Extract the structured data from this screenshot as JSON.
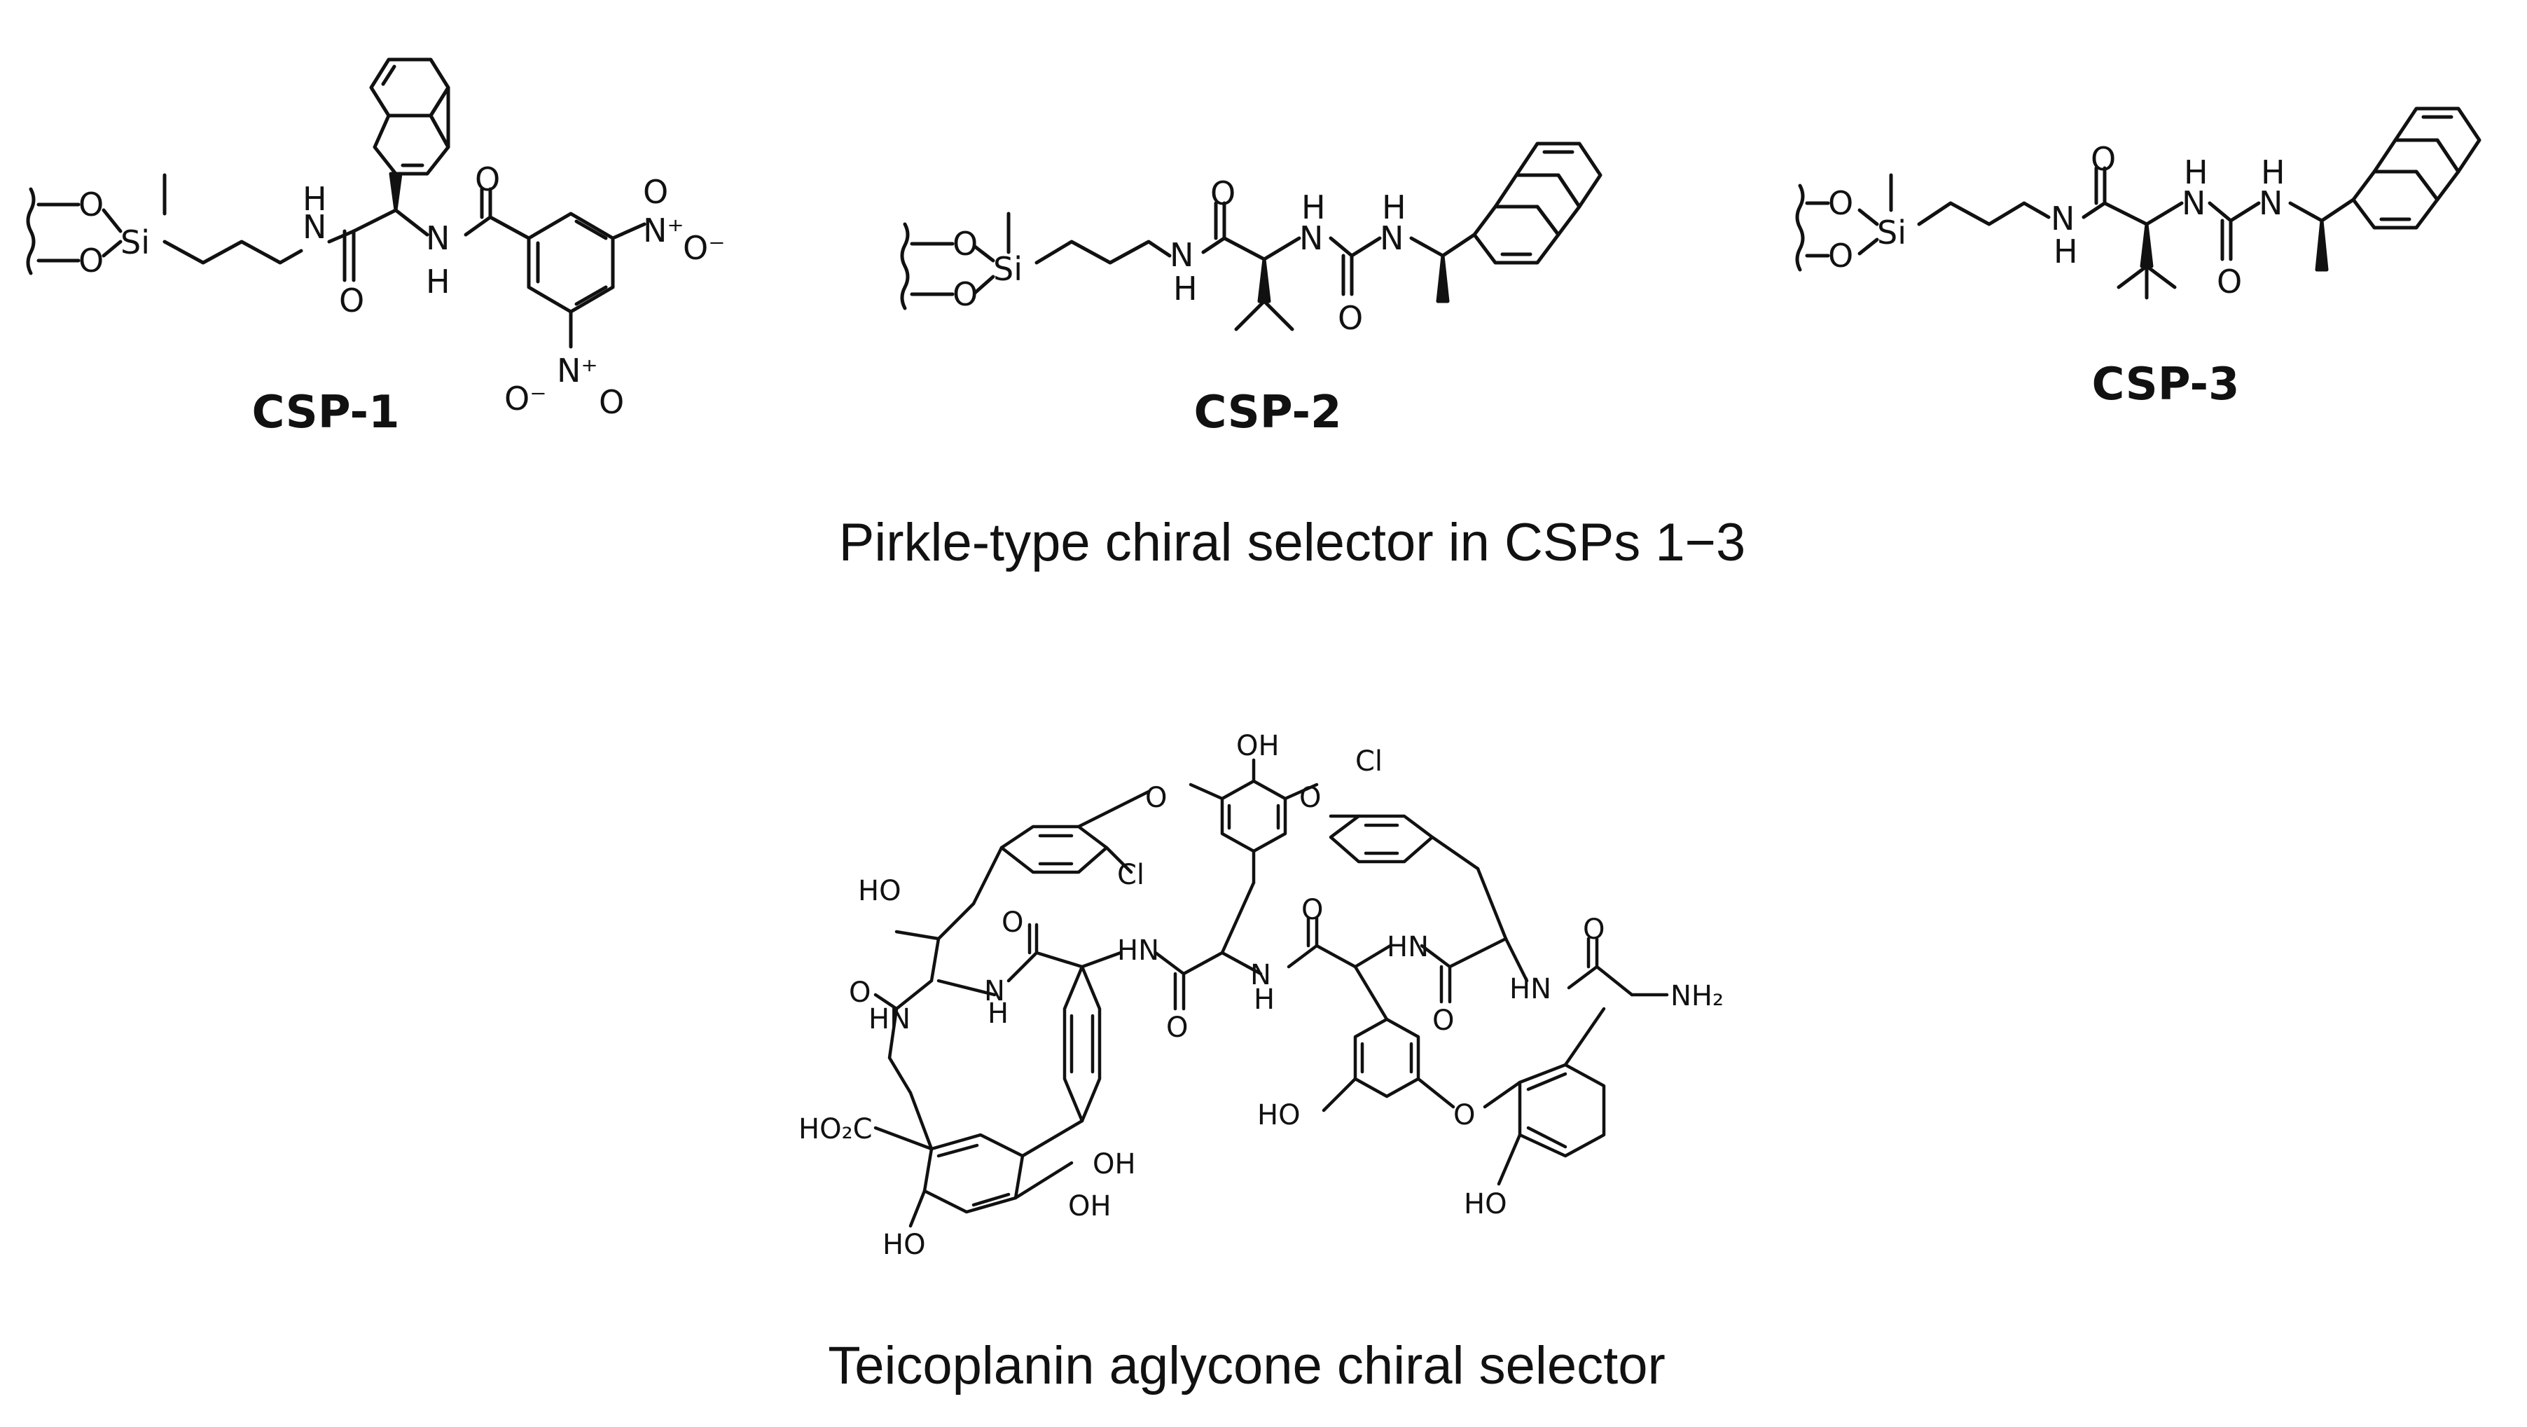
{
  "structures": {
    "csp1": {
      "label": "CSP-1"
    },
    "csp2": {
      "label": "CSP-2"
    },
    "csp3": {
      "label": "CSP-3"
    },
    "teicoplanin": {
      "label": ""
    }
  },
  "captions": {
    "pirkle": "Pirkle-type chiral selector in CSPs 1−3",
    "teicoplanin": "Teicoplanin aglycone chiral selector"
  },
  "atoms": {
    "o": "O",
    "si": "Si",
    "n": "N",
    "h": "H",
    "nh": "NH",
    "hn": "HN",
    "oh": "OH",
    "ho": "HO",
    "cl": "Cl",
    "nplus": "N⁺",
    "ominus": "O⁻",
    "nh2": "NH₂",
    "ho2c": "HO₂C"
  }
}
